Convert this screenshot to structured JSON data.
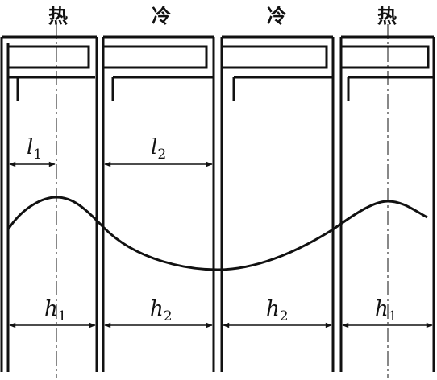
{
  "zones": {
    "hot_left": "热",
    "cold_left": "冷",
    "cold_right": "冷",
    "hot_right": "热"
  },
  "dimensions": {
    "l1": {
      "symbol": "l",
      "sub": "1"
    },
    "l2": {
      "symbol": "l",
      "sub": "2"
    },
    "h1_left": {
      "symbol": "h",
      "sub": "1"
    },
    "h2_left": {
      "symbol": "h",
      "sub": "2"
    },
    "h2_right": {
      "symbol": "h",
      "sub": "2"
    },
    "h1_right": {
      "symbol": "h",
      "sub": "1"
    }
  }
}
